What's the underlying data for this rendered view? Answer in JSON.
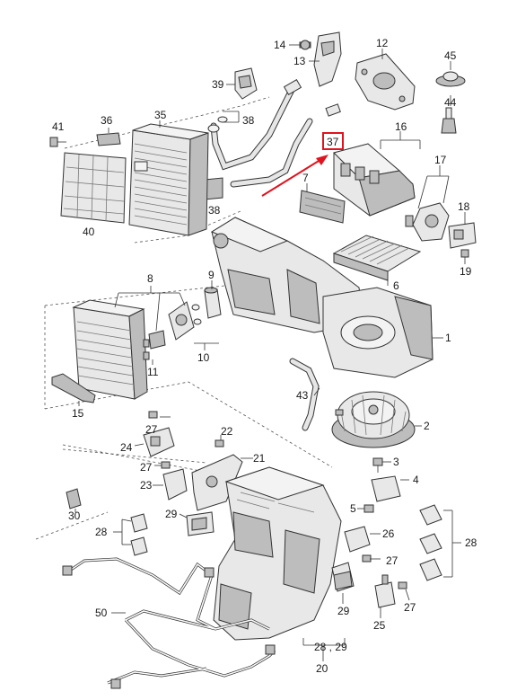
{
  "labels": {
    "p14": "14",
    "p13": "13",
    "p12": "12",
    "p45": "45",
    "p44": "44",
    "p39": "39",
    "p38a": "38",
    "p38b": "38",
    "p36": "36",
    "p35": "35",
    "p41": "41",
    "p40": "40",
    "p37": "37",
    "p16": "16",
    "p17": "17",
    "p7": "7",
    "p18": "18",
    "p19": "19",
    "p6": "6",
    "p8": "8",
    "p9": "9",
    "p10": "10",
    "p11": "11",
    "p15": "15",
    "p1": "1",
    "p43": "43",
    "p2": "2",
    "p27a": "27",
    "p22": "22",
    "p24": "24",
    "p21": "21",
    "p27b": "27",
    "p3": "3",
    "p23": "23",
    "p4": "4",
    "p30": "30",
    "p29a": "29",
    "p5": "5",
    "p26": "26",
    "p28a": "28",
    "p28b": "28",
    "p27c": "27",
    "p29b": "29",
    "p27d": "27",
    "p50": "50",
    "p25": "25",
    "p2829": "28 , 29",
    "p20": "20"
  },
  "colors": {
    "highlight": "#e0141e",
    "line": "#333333",
    "part": "#e8e8e8",
    "shade": "#bdbdbd"
  }
}
